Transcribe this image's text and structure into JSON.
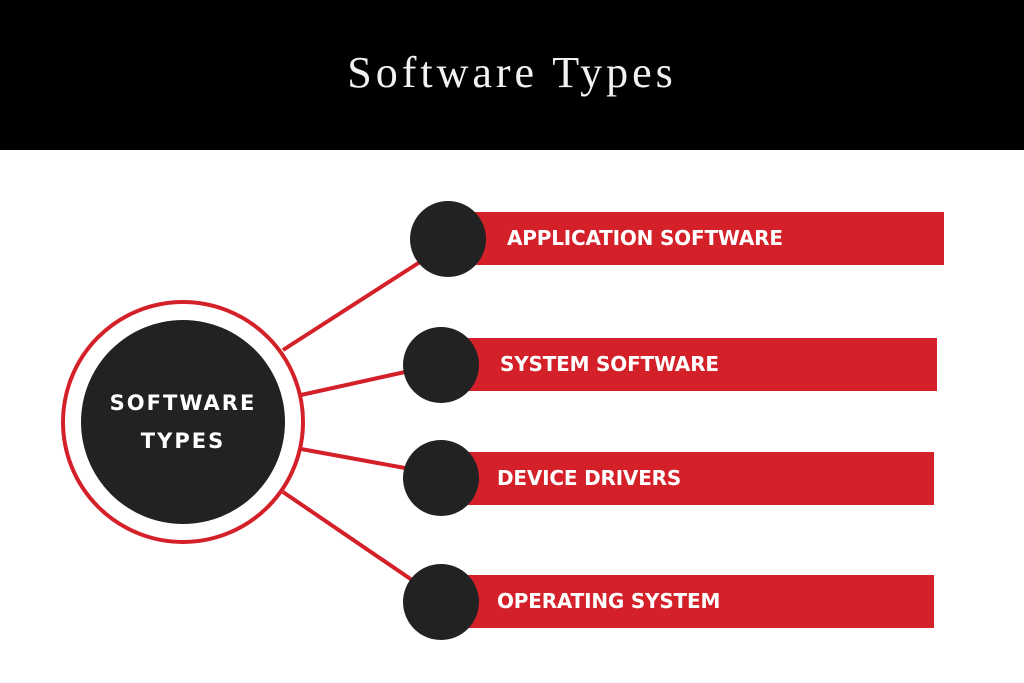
{
  "header": {
    "title": "Software Types"
  },
  "hub": {
    "line1": "SOFTWARE",
    "line2": "TYPES"
  },
  "branches": [
    {
      "label": "APPLICATION SOFTWARE"
    },
    {
      "label": "SYSTEM SOFTWARE"
    },
    {
      "label": "DEVICE DRIVERS"
    },
    {
      "label": "OPERATING SYSTEM"
    }
  ],
  "colors": {
    "header_bg": "#000000",
    "title_text": "#f2f2f2",
    "accent_red": "#d42028",
    "node_dark": "#222222",
    "background": "#ffffff"
  }
}
